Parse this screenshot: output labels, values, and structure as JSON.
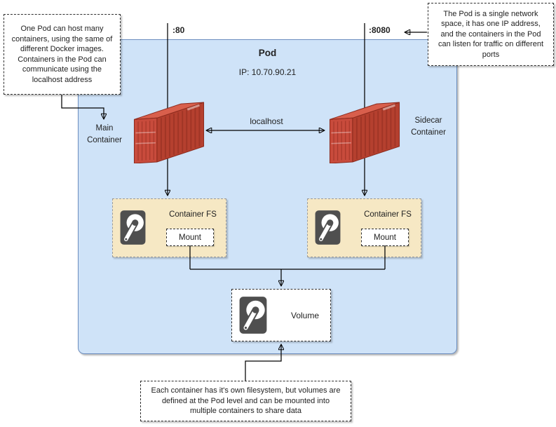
{
  "colors": {
    "pod_fill": "#cfe3f8",
    "pod_border": "#6c8ebf",
    "fs_fill": "#f6e8c4",
    "fs_border": "#9b9b9b",
    "crate_side": "#b5402f",
    "crate_end": "#c84b3c",
    "crate_top": "#d85f4c",
    "crate_dark": "#8c2a1d",
    "hdd": "#4f4f4f",
    "line": "#000000",
    "text": "#222222"
  },
  "pod": {
    "title": "Pod",
    "ip": "IP: 10.70.90.21"
  },
  "ports": {
    "main": ":80",
    "sidecar": ":8080"
  },
  "labels": {
    "main_container": "Main\nContainer",
    "sidecar_container": "Sidecar\nContainer",
    "localhost": "localhost"
  },
  "fs_left": {
    "title": "Container FS",
    "mount": "Mount"
  },
  "fs_right": {
    "title": "Container FS",
    "mount": "Mount"
  },
  "volume": {
    "title": "Volume"
  },
  "callouts": {
    "top_left": "One Pod can host many\ncontainers, using the same of\ndifferent Docker images.\nContainers in the Pod can\ncommunicate using the\nlocalhost address",
    "top_right": "The Pod is a single network\nspace, it has one IP address,\nand the containers in the Pod\ncan listen for traffic on different\nports",
    "bottom": "Each container has it's own filesystem, but volumes are\ndefined at the Pod level and can be mounted into\nmultiple containers to share data"
  },
  "icons": {
    "main_container": "shipping-container-icon",
    "sidecar_container": "shipping-container-icon",
    "fs_left": "hard-drive-icon",
    "fs_right": "hard-drive-icon",
    "volume": "hard-drive-icon"
  }
}
